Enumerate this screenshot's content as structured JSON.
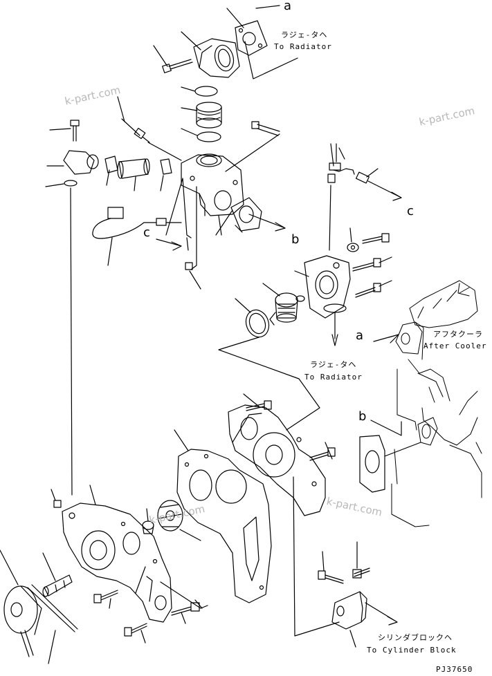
{
  "labels": {
    "to_radiator_top_jp": "ラジェ-タヘ",
    "to_radiator_top_en": "To Radiator",
    "to_radiator_mid_jp": "ラジェ-タヘ",
    "to_radiator_mid_en": "To Radiator",
    "after_cooler_jp": "アフタクーラ",
    "after_cooler_en": "After Cooler",
    "cyl_block_jp": "シリンダブロックヘ",
    "cyl_block_en": "To Cylinder Block",
    "drawing_number": "PJ37650"
  },
  "callouts": {
    "a_top": "a",
    "a_mid": "a",
    "b_right": "b",
    "b_lower": "b",
    "c_left": "c",
    "c_right": "c"
  },
  "watermarks": [
    "k-part.com",
    "k-part.com",
    "k-part.com",
    "k-part.com"
  ]
}
